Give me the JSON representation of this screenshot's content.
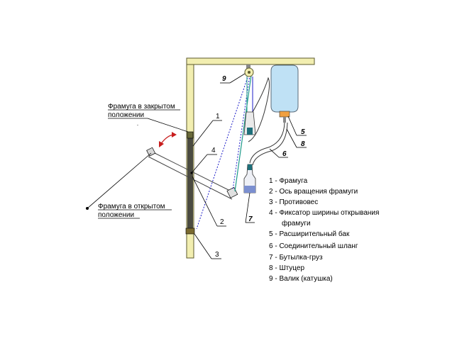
{
  "labels": {
    "closed_line1": "Фрамуга в закрытом",
    "closed_line2": "положении",
    "open_line1": "Фрамуга в открытом",
    "open_line2": "положении"
  },
  "numbers": {
    "n1": "1",
    "n2": "2",
    "n3": "3",
    "n4": "4",
    "n5": "5",
    "n6": "6",
    "n7": "7",
    "n8": "8",
    "n9": "9"
  },
  "legend": [
    "1 - Фрамуга",
    "2 - Ось вращения фрамуги",
    "3 - Противовес",
    "4 - Фиксатор ширины открывания",
    "фрамуги",
    "5 - Расширительный бак",
    "6 - Соединительный шланг",
    "7 - Бутылка-груз",
    "8 - Штуцер",
    "9 - Валик (катушка)"
  ],
  "colors": {
    "wood": "#f2eeb0",
    "wood_stroke": "#5c5a2e",
    "tank": "#bfe1f5",
    "fitting": "#f0a040",
    "rope_blue": "#1c1cc8",
    "rope_teal": "#1e9a8a",
    "arrow_red": "#c81e1e"
  }
}
